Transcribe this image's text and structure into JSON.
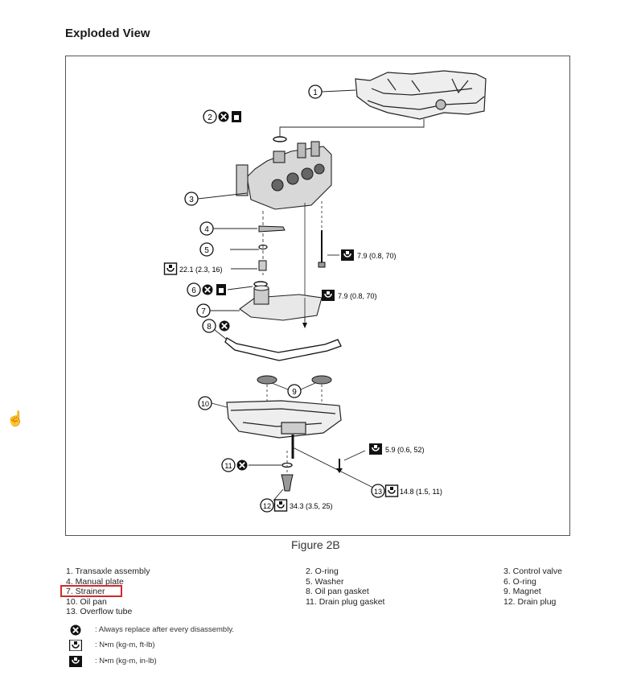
{
  "page": {
    "title": "Exploded View",
    "figure_caption": "Figure 2B"
  },
  "callouts": {
    "c1": "1",
    "c2": "2",
    "c3": "3",
    "c4": "4",
    "c5": "5",
    "c6": "6",
    "c7": "7",
    "c8": "8",
    "c9": "9",
    "c10": "10",
    "c11": "11",
    "c12": "12",
    "c13": "13"
  },
  "torque": {
    "t_bolt_upper": "7.9 (0.8, 70)",
    "t_washer": "22.1 (2.3, 16)",
    "t_strainer_bolt": "7.9 (0.8, 70)",
    "t_pan_bolt": "5.9 (0.6, 52)",
    "t_overflow": "14.8 (1.5, 11)",
    "t_drain": "34.3 (3.5, 25)"
  },
  "legend": {
    "col1": [
      "1. Transaxle assembly",
      "4. Manual plate",
      "7. Strainer",
      "10. Oil pan",
      "13. Overflow tube"
    ],
    "col2": [
      "2. O-ring",
      "5. Washer",
      "8. Oil pan gasket",
      "11. Drain plug gasket"
    ],
    "col3": [
      "3. Control valve",
      "6. O-ring",
      "9. Magnet",
      "12. Drain plug"
    ]
  },
  "symbols": {
    "replace": ": Always replace after every disassembly.",
    "nm_ftlb": ": N•m (kg-m, ft-lb)",
    "nm_inlb": ": N•m (kg-m, in-lb)"
  }
}
